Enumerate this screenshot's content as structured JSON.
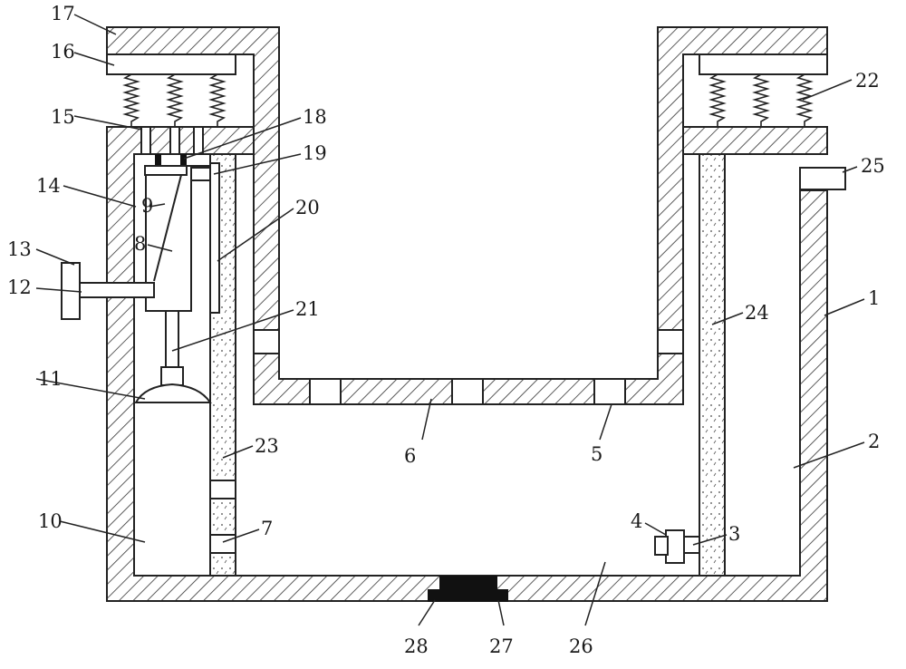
{
  "figure": {
    "labels": [
      "1",
      "2",
      "3",
      "4",
      "5",
      "6",
      "7",
      "8",
      "9",
      "10",
      "11",
      "12",
      "13",
      "14",
      "15",
      "16",
      "17",
      "18",
      "19",
      "20",
      "21",
      "22",
      "23",
      "24",
      "25",
      "26",
      "27",
      "28"
    ]
  }
}
